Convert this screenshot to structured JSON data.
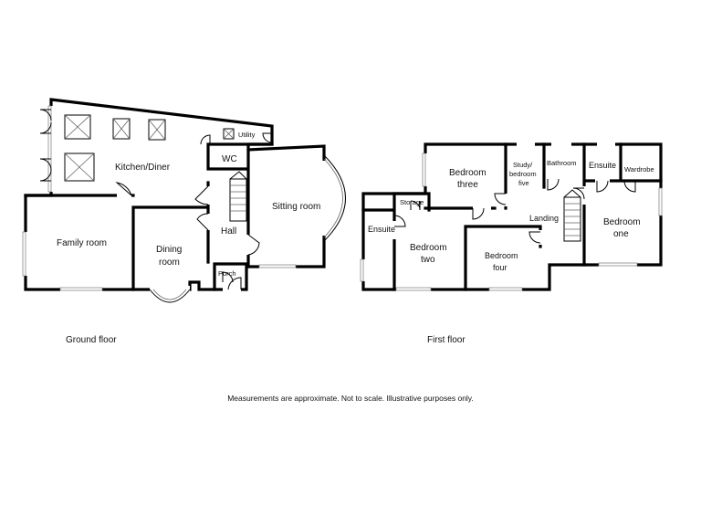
{
  "ground_floor": {
    "caption": "Ground floor",
    "rooms": {
      "kitchen_diner": "Kitchen/Diner",
      "utility": "Utility",
      "wc": "WC",
      "sitting_room": "Sitting room",
      "family_room": "Family room",
      "dining_room_line1": "Dining",
      "dining_room_line2": "room",
      "hall": "Hall",
      "porch": "Porch"
    }
  },
  "first_floor": {
    "caption": "First floor",
    "rooms": {
      "bedroom_three_line1": "Bedroom",
      "bedroom_three_line2": "three",
      "study_line1": "Study/",
      "study_line2": "bedroom",
      "study_line3": "five",
      "bathroom": "Bathroom",
      "ensuite_one": "Ensuite",
      "wardrobe": "Wardrobe",
      "storage": "Storage",
      "ensuite_two": "Ensuite",
      "bedroom_two_line1": "Bedroom",
      "bedroom_two_line2": "two",
      "landing": "Landing",
      "bedroom_four_line1": "Bedroom",
      "bedroom_four_line2": "four",
      "bedroom_one_line1": "Bedroom",
      "bedroom_one_line2": "one"
    }
  },
  "disclaimer": "Measurements are approximate. Not to scale. Illustrative purposes only."
}
